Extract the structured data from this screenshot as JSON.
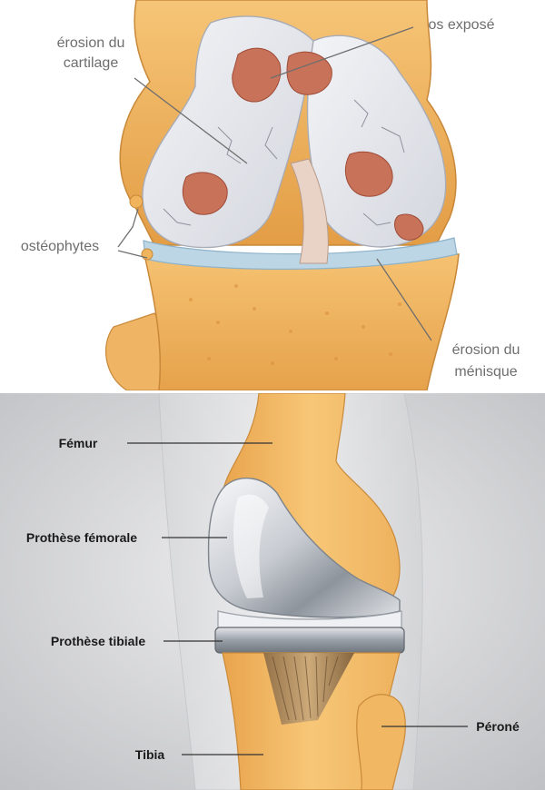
{
  "top_panel": {
    "labels": {
      "cartilage_erosion_line1": "érosion du",
      "cartilage_erosion_line2": "cartilage",
      "exposed_bone": "os exposé",
      "osteophytes": "ostéophytes",
      "meniscus_erosion_line1": "érosion du",
      "meniscus_erosion_line2": "ménisque"
    }
  },
  "bottom_panel": {
    "labels": {
      "femur": "Fémur",
      "femoral_prosthesis": "Prothèse fémorale",
      "tibial_prosthesis": "Prothèse tibiale",
      "fibula": "Péroné",
      "tibia": "Tibia"
    }
  },
  "colors": {
    "bone": "#f2b762",
    "bone_shadow": "#d9923a",
    "cartilage": "#e6e8ee",
    "erosion": "#c9725a",
    "meniscus": "#bcd6e6",
    "metal": "#c8ccd2",
    "label_top": "#6e6e6e",
    "label_bottom": "#1a1a1a"
  }
}
